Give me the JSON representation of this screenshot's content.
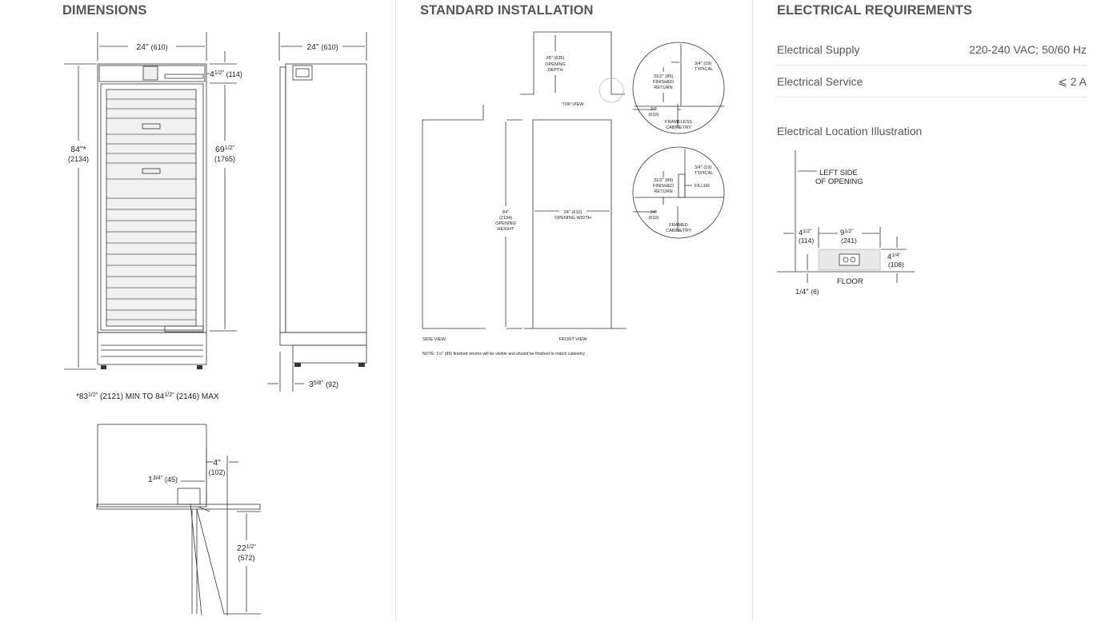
{
  "dimensions": {
    "title": "DIMENSIONS",
    "front": {
      "width": "24\"",
      "width_mm": "(610)",
      "top_height_num": "4",
      "top_height_frac": "1/2\"",
      "top_height_mm": "(114)",
      "overall_height": "84\"*",
      "overall_height_mm": "(2134)",
      "door_height_num": "69",
      "door_height_frac": "1/2\"",
      "door_height_mm": "(1765)"
    },
    "side": {
      "depth": "24\"",
      "depth_mm": "(610)",
      "door_offset_num": "3",
      "door_offset_frac": "5/8\"",
      "door_offset_mm": "(92)"
    },
    "footnote": {
      "prefix": "*83",
      "frac1": "1/2\"",
      "mid": "(2121) MIN TO 84",
      "frac2": "1/2\"",
      "suffix": "(2146) MAX"
    },
    "top_view": {
      "clearance": "4\"",
      "clearance_mm": "(102)",
      "hinge_num": "1",
      "hinge_frac": "3/4\"",
      "hinge_mm": "(45)",
      "swing_num": "22",
      "swing_frac": "1/2\"",
      "swing_mm": "(572)"
    }
  },
  "installation": {
    "title": "STANDARD INSTALLATION",
    "top_view_label": "TOP VIEW",
    "opening_depth": "25\" (635)",
    "opening_depth_l1": "OPENING",
    "opening_depth_l2": "DEPTH",
    "side_view_label": "SIDE VIEW",
    "front_view_label": "FRONT VIEW",
    "opening_height_1": "84\"",
    "opening_height_2": "(2134)",
    "opening_height_3": "OPENING",
    "opening_height_4": "HEIGHT",
    "opening_width_1": "24\" (610)",
    "opening_width_2": "OPENING WIDTH",
    "note": "NOTE: 1½\" (89) finished returns will be visible and should be finished to match cabinetry",
    "frameless": {
      "typical": "3/4\" (19)",
      "typical_2": "TYPICAL",
      "return": "31/2\" (89)",
      "return_2": "FINISHED",
      "return_3": "RETURN",
      "width": "24\"",
      "width_mm": "(610)",
      "label_1": "FRAMELESS",
      "label_2": "CABINETRY"
    },
    "framed": {
      "typical": "3/4\" (19)",
      "typical_2": "TYPICAL",
      "return": "31/2\" (89)",
      "return_2": "FINISHED",
      "return_3": "RETURN",
      "filler": "FILLER",
      "width": "24\"",
      "width_mm": "(610)",
      "label_1": "FRAMED",
      "label_2": "CABINETRY"
    }
  },
  "electrical": {
    "title": "ELECTRICAL REQUIREMENTS",
    "rows": [
      {
        "label": "Electrical Supply",
        "value": "220-240 VAC; 50/60 Hz"
      },
      {
        "label": "Electrical Service",
        "value": "⩽ 2 A"
      }
    ],
    "illustration_title": "Electrical Location Illustration",
    "illustration": {
      "left_side_1": "LEFT SIDE",
      "left_side_2": "OF OPENING",
      "left_dim_num": "4",
      "left_dim_frac": "1/2\"",
      "left_dim_mm": "(114)",
      "width_num": "9",
      "width_frac": "1/2\"",
      "width_mm": "(241)",
      "height_num": "4",
      "height_frac": "1/4\"",
      "height_mm": "(108)",
      "floor": "FLOOR",
      "bottom_num": "1/4\"",
      "bottom_mm": "(6)"
    }
  }
}
